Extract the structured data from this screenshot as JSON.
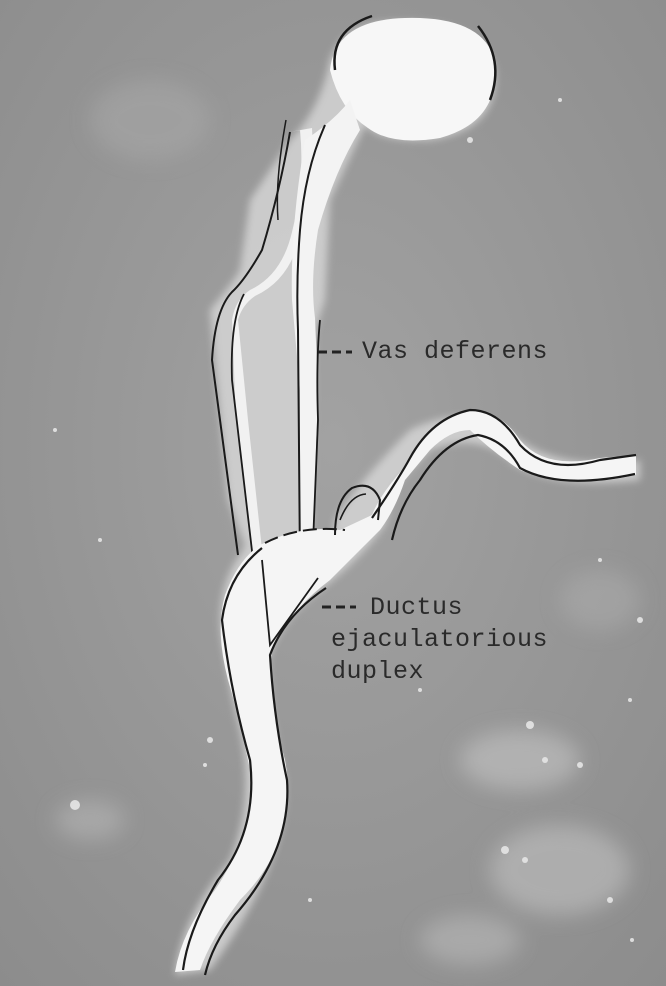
{
  "labels": {
    "vas_deferens": "Vas deferens",
    "ductus_line1": "Ductus",
    "ductus_line2": "ejaculatorious",
    "ductus_line3": "duplex"
  },
  "colors": {
    "background": "#9a9a9a",
    "duct_fill": "#f4f4f4",
    "outline": "#1a1a1a",
    "text": "#2a2a2a"
  }
}
